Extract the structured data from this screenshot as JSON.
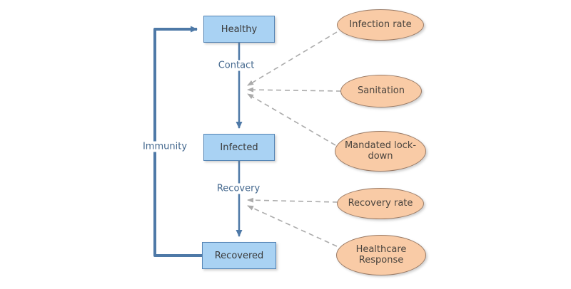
{
  "diagram": {
    "nodes": {
      "healthy": {
        "label": "Healthy"
      },
      "infected": {
        "label": "Infected"
      },
      "recovered": {
        "label": "Recovered"
      }
    },
    "edges": {
      "contact": {
        "label": "Contact",
        "from": "Healthy",
        "to": "Infected"
      },
      "recovery": {
        "label": "Recovery",
        "from": "Infected",
        "to": "Recovered"
      },
      "immunity": {
        "label": "Immunity",
        "from": "Recovered",
        "to": "Healthy"
      }
    },
    "factors": {
      "infection_rate": {
        "label": "Infection rate",
        "influences": "Contact"
      },
      "sanitation": {
        "label": "Sanitation",
        "influences": "Contact"
      },
      "mandated_lockdown": {
        "label": "Mandated lock-down",
        "influences": "Contact"
      },
      "recovery_rate": {
        "label": "Recovery rate",
        "influences": "Recovery"
      },
      "healthcare_response": {
        "label": "Healthcare Response",
        "influences": "Recovery"
      }
    },
    "colors": {
      "node_fill": "#a9d2f3",
      "node_border": "#5585b5",
      "factor_fill": "#f9cba6",
      "factor_border": "#9a7b66",
      "solid_arrow": "#4e79a7",
      "dashed_arrow": "#ababab",
      "edge_label_text": "#44688e"
    }
  }
}
